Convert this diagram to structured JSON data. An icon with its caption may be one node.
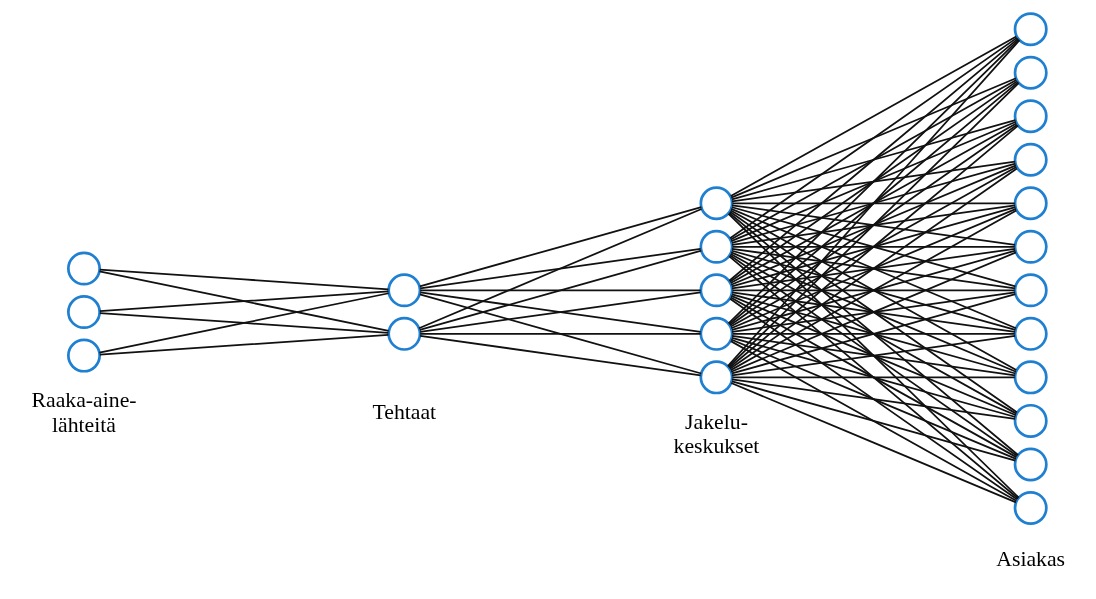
{
  "diagram": {
    "nodes": [
      {
        "text": [],
        "shape": "circle"
      },
      {
        "text": [],
        "shape": "circle"
      },
      {
        "text": [],
        "shape": "circle"
      },
      {
        "text": [],
        "shape": "circle"
      },
      {
        "text": [],
        "shape": "circle"
      },
      {
        "text": [],
        "shape": "circle"
      },
      {
        "text": [],
        "shape": "circle"
      },
      {
        "text": [],
        "shape": "circle"
      },
      {
        "text": [],
        "shape": "circle"
      },
      {
        "text": [],
        "shape": "circle"
      },
      {
        "text": [],
        "shape": "circle"
      },
      {
        "text": [],
        "shape": "circle"
      },
      {
        "text": [],
        "shape": "circle"
      },
      {
        "text": [],
        "shape": "circle"
      },
      {
        "text": [],
        "shape": "circle"
      },
      {
        "text": [],
        "shape": "circle"
      },
      {
        "text": [],
        "shape": "circle"
      },
      {
        "text": [],
        "shape": "circle"
      },
      {
        "text": [],
        "shape": "circle"
      },
      {
        "text": [],
        "shape": "circle"
      },
      {
        "text": [],
        "shape": "circle"
      },
      {
        "text": [],
        "shape": "circle"
      }
    ],
    "edges": [
      {
        "from": 0,
        "to": 3,
        "arrow": "none"
      },
      {
        "from": 0,
        "to": 4,
        "arrow": "none"
      },
      {
        "from": 1,
        "to": 3,
        "arrow": "none"
      },
      {
        "from": 1,
        "to": 4,
        "arrow": "none"
      },
      {
        "from": 2,
        "to": 3,
        "arrow": "none"
      },
      {
        "from": 2,
        "to": 4,
        "arrow": "none"
      },
      {
        "from": 3,
        "to": 5,
        "arrow": "none"
      },
      {
        "from": 3,
        "to": 6,
        "arrow": "none"
      },
      {
        "from": 3,
        "to": 7,
        "arrow": "none"
      },
      {
        "from": 3,
        "to": 8,
        "arrow": "none"
      },
      {
        "from": 3,
        "to": 9,
        "arrow": "none"
      },
      {
        "from": 4,
        "to": 5,
        "arrow": "none"
      },
      {
        "from": 4,
        "to": 6,
        "arrow": "none"
      },
      {
        "from": 4,
        "to": 7,
        "arrow": "none"
      },
      {
        "from": 4,
        "to": 8,
        "arrow": "none"
      },
      {
        "from": 4,
        "to": 9,
        "arrow": "none"
      },
      {
        "from": 5,
        "to": 10,
        "arrow": "none"
      },
      {
        "from": 5,
        "to": 11,
        "arrow": "none"
      },
      {
        "from": 5,
        "to": 12,
        "arrow": "none"
      },
      {
        "from": 5,
        "to": 13,
        "arrow": "none"
      },
      {
        "from": 5,
        "to": 14,
        "arrow": "none"
      },
      {
        "from": 5,
        "to": 15,
        "arrow": "none"
      },
      {
        "from": 5,
        "to": 16,
        "arrow": "none"
      },
      {
        "from": 5,
        "to": 17,
        "arrow": "none"
      },
      {
        "from": 5,
        "to": 18,
        "arrow": "none"
      },
      {
        "from": 5,
        "to": 19,
        "arrow": "none"
      },
      {
        "from": 5,
        "to": 20,
        "arrow": "none"
      },
      {
        "from": 5,
        "to": 21,
        "arrow": "none"
      },
      {
        "from": 6,
        "to": 10,
        "arrow": "none"
      },
      {
        "from": 6,
        "to": 11,
        "arrow": "none"
      },
      {
        "from": 6,
        "to": 12,
        "arrow": "none"
      },
      {
        "from": 6,
        "to": 13,
        "arrow": "none"
      },
      {
        "from": 6,
        "to": 14,
        "arrow": "none"
      },
      {
        "from": 6,
        "to": 15,
        "arrow": "none"
      },
      {
        "from": 6,
        "to": 16,
        "arrow": "none"
      },
      {
        "from": 6,
        "to": 17,
        "arrow": "none"
      },
      {
        "from": 6,
        "to": 18,
        "arrow": "none"
      },
      {
        "from": 6,
        "to": 19,
        "arrow": "none"
      },
      {
        "from": 6,
        "to": 20,
        "arrow": "none"
      },
      {
        "from": 6,
        "to": 21,
        "arrow": "none"
      },
      {
        "from": 7,
        "to": 10,
        "arrow": "none"
      },
      {
        "from": 7,
        "to": 11,
        "arrow": "none"
      },
      {
        "from": 7,
        "to": 12,
        "arrow": "none"
      },
      {
        "from": 7,
        "to": 13,
        "arrow": "none"
      },
      {
        "from": 7,
        "to": 14,
        "arrow": "none"
      },
      {
        "from": 7,
        "to": 15,
        "arrow": "none"
      },
      {
        "from": 7,
        "to": 16,
        "arrow": "none"
      },
      {
        "from": 7,
        "to": 17,
        "arrow": "none"
      },
      {
        "from": 7,
        "to": 18,
        "arrow": "none"
      },
      {
        "from": 7,
        "to": 19,
        "arrow": "none"
      },
      {
        "from": 7,
        "to": 20,
        "arrow": "none"
      },
      {
        "from": 7,
        "to": 21,
        "arrow": "none"
      },
      {
        "from": 8,
        "to": 10,
        "arrow": "none"
      },
      {
        "from": 8,
        "to": 11,
        "arrow": "none"
      },
      {
        "from": 8,
        "to": 12,
        "arrow": "none"
      },
      {
        "from": 8,
        "to": 13,
        "arrow": "none"
      },
      {
        "from": 8,
        "to": 14,
        "arrow": "none"
      },
      {
        "from": 8,
        "to": 15,
        "arrow": "none"
      },
      {
        "from": 8,
        "to": 16,
        "arrow": "none"
      },
      {
        "from": 8,
        "to": 17,
        "arrow": "none"
      },
      {
        "from": 8,
        "to": 18,
        "arrow": "none"
      },
      {
        "from": 8,
        "to": 19,
        "arrow": "none"
      },
      {
        "from": 8,
        "to": 20,
        "arrow": "none"
      },
      {
        "from": 8,
        "to": 21,
        "arrow": "none"
      },
      {
        "from": 9,
        "to": 10,
        "arrow": "none"
      },
      {
        "from": 9,
        "to": 11,
        "arrow": "none"
      },
      {
        "from": 9,
        "to": 12,
        "arrow": "none"
      },
      {
        "from": 9,
        "to": 13,
        "arrow": "none"
      },
      {
        "from": 9,
        "to": 14,
        "arrow": "none"
      },
      {
        "from": 9,
        "to": 15,
        "arrow": "none"
      },
      {
        "from": 9,
        "to": 16,
        "arrow": "none"
      },
      {
        "from": 9,
        "to": 17,
        "arrow": "none"
      },
      {
        "from": 9,
        "to": 18,
        "arrow": "none"
      },
      {
        "from": 9,
        "to": 19,
        "arrow": "none"
      },
      {
        "from": 9,
        "to": 20,
        "arrow": "none"
      },
      {
        "from": 9,
        "to": 21,
        "arrow": "none"
      }
    ],
    "labels": [
      "Raaka-aine- lähteitä",
      "Tehtaat",
      "Jakelu- keskukset",
      "Asiakas"
    ]
  }
}
